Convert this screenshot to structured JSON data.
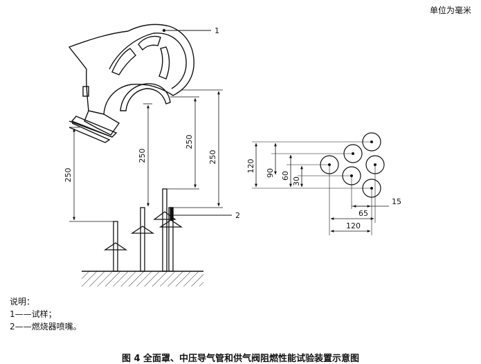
{
  "unit_note": "单位为毫米",
  "callouts": {
    "c1": "1",
    "c2": "2"
  },
  "left_dims": {
    "d1": "250",
    "d2": "250",
    "d3": "250",
    "d4": "250"
  },
  "right_dims": {
    "v120": "120",
    "v90": "90",
    "v60": "60",
    "v30": "30",
    "h15": "15",
    "h65": "65",
    "h120": "120"
  },
  "legend": {
    "title": "说明：",
    "items": [
      "1——试样；",
      "2——燃烧器喷嘴。"
    ]
  },
  "caption": "图 4   全面罩、中压导气管和供气阀阻燃性能试验装置示意图"
}
